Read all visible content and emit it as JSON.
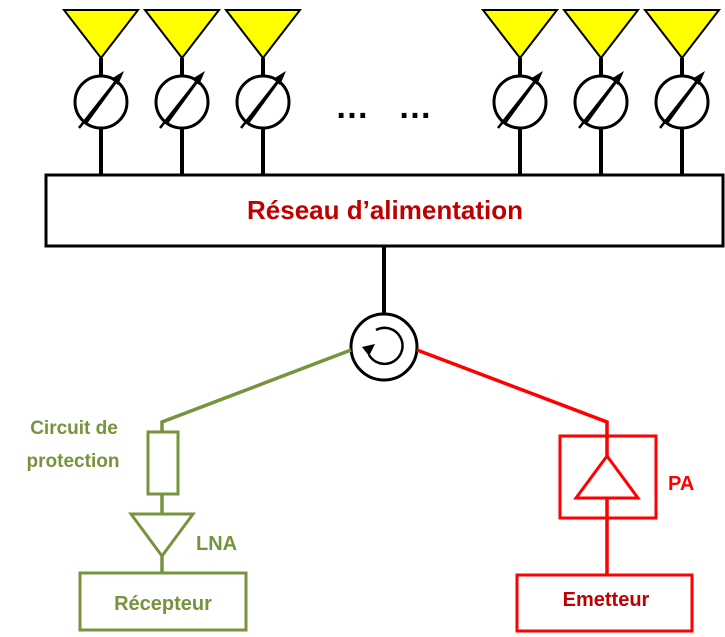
{
  "feed_network": {
    "label": "Réseau d’alimentation"
  },
  "ellipsis": {
    "left": "…",
    "right": "…"
  },
  "receive_chain": {
    "protection_line1": "Circuit de",
    "protection_line2": "protection",
    "amplifier": "LNA",
    "block": "Récepteur"
  },
  "transmit_chain": {
    "amplifier": "PA",
    "block": "Emetteur"
  },
  "colors": {
    "antenna_fill": "#ffff00",
    "line": "#000000",
    "feed_label": "#c00000",
    "receive": "#77933c",
    "transmit": "#ff0000"
  }
}
